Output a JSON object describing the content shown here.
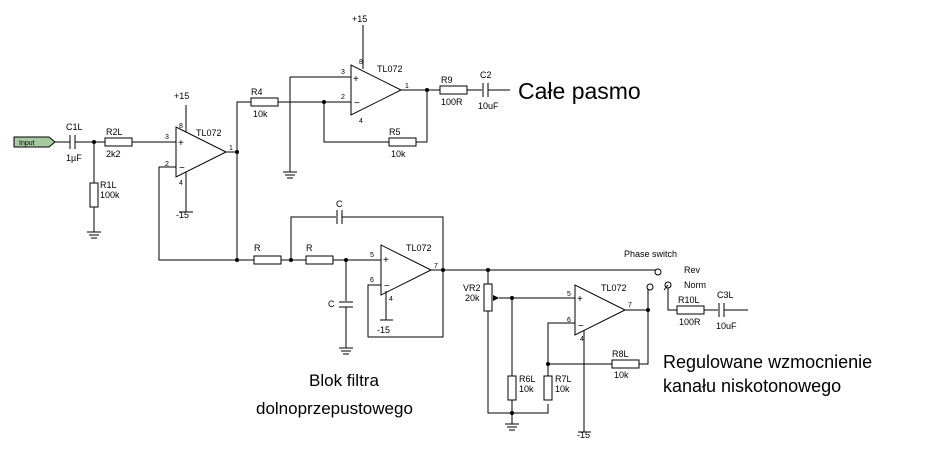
{
  "input": {
    "label": "Input",
    "c1l": {
      "ref": "C1L",
      "value": "1µF"
    },
    "r1l": {
      "ref": "R1L",
      "value": "100k"
    },
    "r2l": {
      "ref": "R2L",
      "value": "2k2"
    }
  },
  "supply": {
    "plus": "+15",
    "minus": "-15"
  },
  "opamps": {
    "u1": "TL072",
    "u2": "TL072",
    "u3": "TL072",
    "u4": "TL072"
  },
  "upper": {
    "r4": {
      "ref": "R4",
      "value": "10k"
    },
    "r5": {
      "ref": "R5",
      "value": "10k"
    },
    "r9": {
      "ref": "R9",
      "value": "100R"
    },
    "c2": {
      "ref": "C2",
      "value": "10uF"
    },
    "output_label": "Całe pasmo"
  },
  "lowpass": {
    "r_ref": "R",
    "c_ref": "C",
    "caption_line1": "Blok filtra",
    "caption_line2": "dolnoprzepustowego"
  },
  "gain": {
    "vr2": {
      "ref": "VR2",
      "value": "20k"
    },
    "r6l": {
      "ref": "R6L",
      "value": "10k"
    },
    "r7l": {
      "ref": "R7L",
      "value": "10k"
    },
    "r8l": {
      "ref": "R8L",
      "value": "10k"
    },
    "caption_line1": "Regulowane wzmocnienie",
    "caption_line2": "kanału niskotonowego"
  },
  "switch": {
    "label": "Phase switch",
    "rev": "Rev",
    "norm": "Norm"
  },
  "output": {
    "r10l": {
      "ref": "R10L",
      "value": "100R"
    },
    "c3l": {
      "ref": "C3L",
      "value": "10uF"
    }
  }
}
